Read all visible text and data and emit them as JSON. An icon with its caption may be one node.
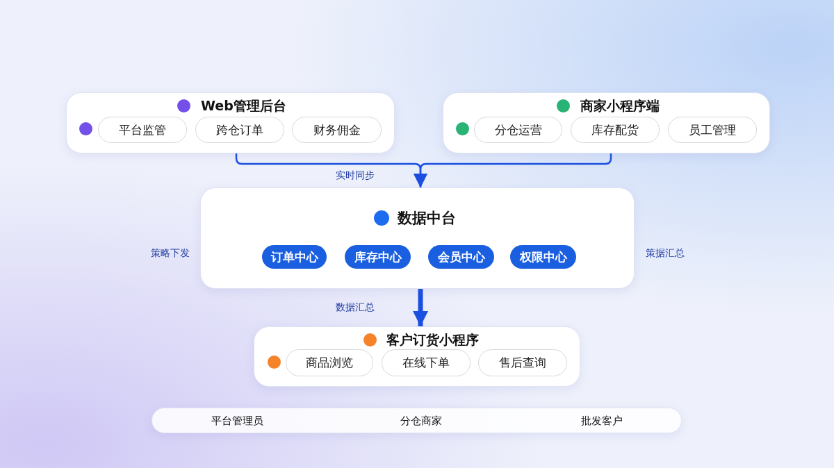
{
  "diagram": {
    "nodes": [
      {
        "text": [
          "Web管理后台"
        ]
      },
      {
        "text": [
          "平台监管"
        ],
        "in": 0
      },
      {
        "text": [
          "跨仓订单"
        ],
        "in": 0
      },
      {
        "text": [
          "财务佣金"
        ],
        "in": 0
      },
      {
        "text": [
          "商家小程序端"
        ]
      },
      {
        "text": [
          "分仓运营"
        ],
        "in": 4
      },
      {
        "text": [
          "库存配货"
        ],
        "in": 4
      },
      {
        "text": [
          "员工管理"
        ],
        "in": 4
      },
      {
        "text": [
          "数据中台"
        ]
      },
      {
        "text": [
          "订单中心"
        ],
        "in": 8
      },
      {
        "text": [
          "库存中心"
        ],
        "in": 8
      },
      {
        "text": [
          "会员中心"
        ],
        "in": 8
      },
      {
        "text": [
          "权限中心"
        ],
        "in": 8
      },
      {
        "text": [
          "客户订货小程序"
        ]
      },
      {
        "text": [
          "商品浏览"
        ],
        "in": 13
      },
      {
        "text": [
          "在线下单"
        ],
        "in": 13
      },
      {
        "text": [
          "售后查询"
        ],
        "in": 13
      },
      {
        "text": [
          "平台管理员",
          "分仓商家",
          "批发客户"
        ]
      }
    ],
    "edges": [
      {
        "from": 0,
        "to": 8,
        "arrow": "to",
        "label": "实时同步"
      },
      {
        "from": 4,
        "to": 8,
        "arrow": "to"
      },
      {
        "from": 8,
        "to": 13,
        "arrow": "to",
        "label": "数据汇总",
        "style": "thick"
      }
    ],
    "labels": [
      "策略下发",
      "策据汇总"
    ]
  }
}
